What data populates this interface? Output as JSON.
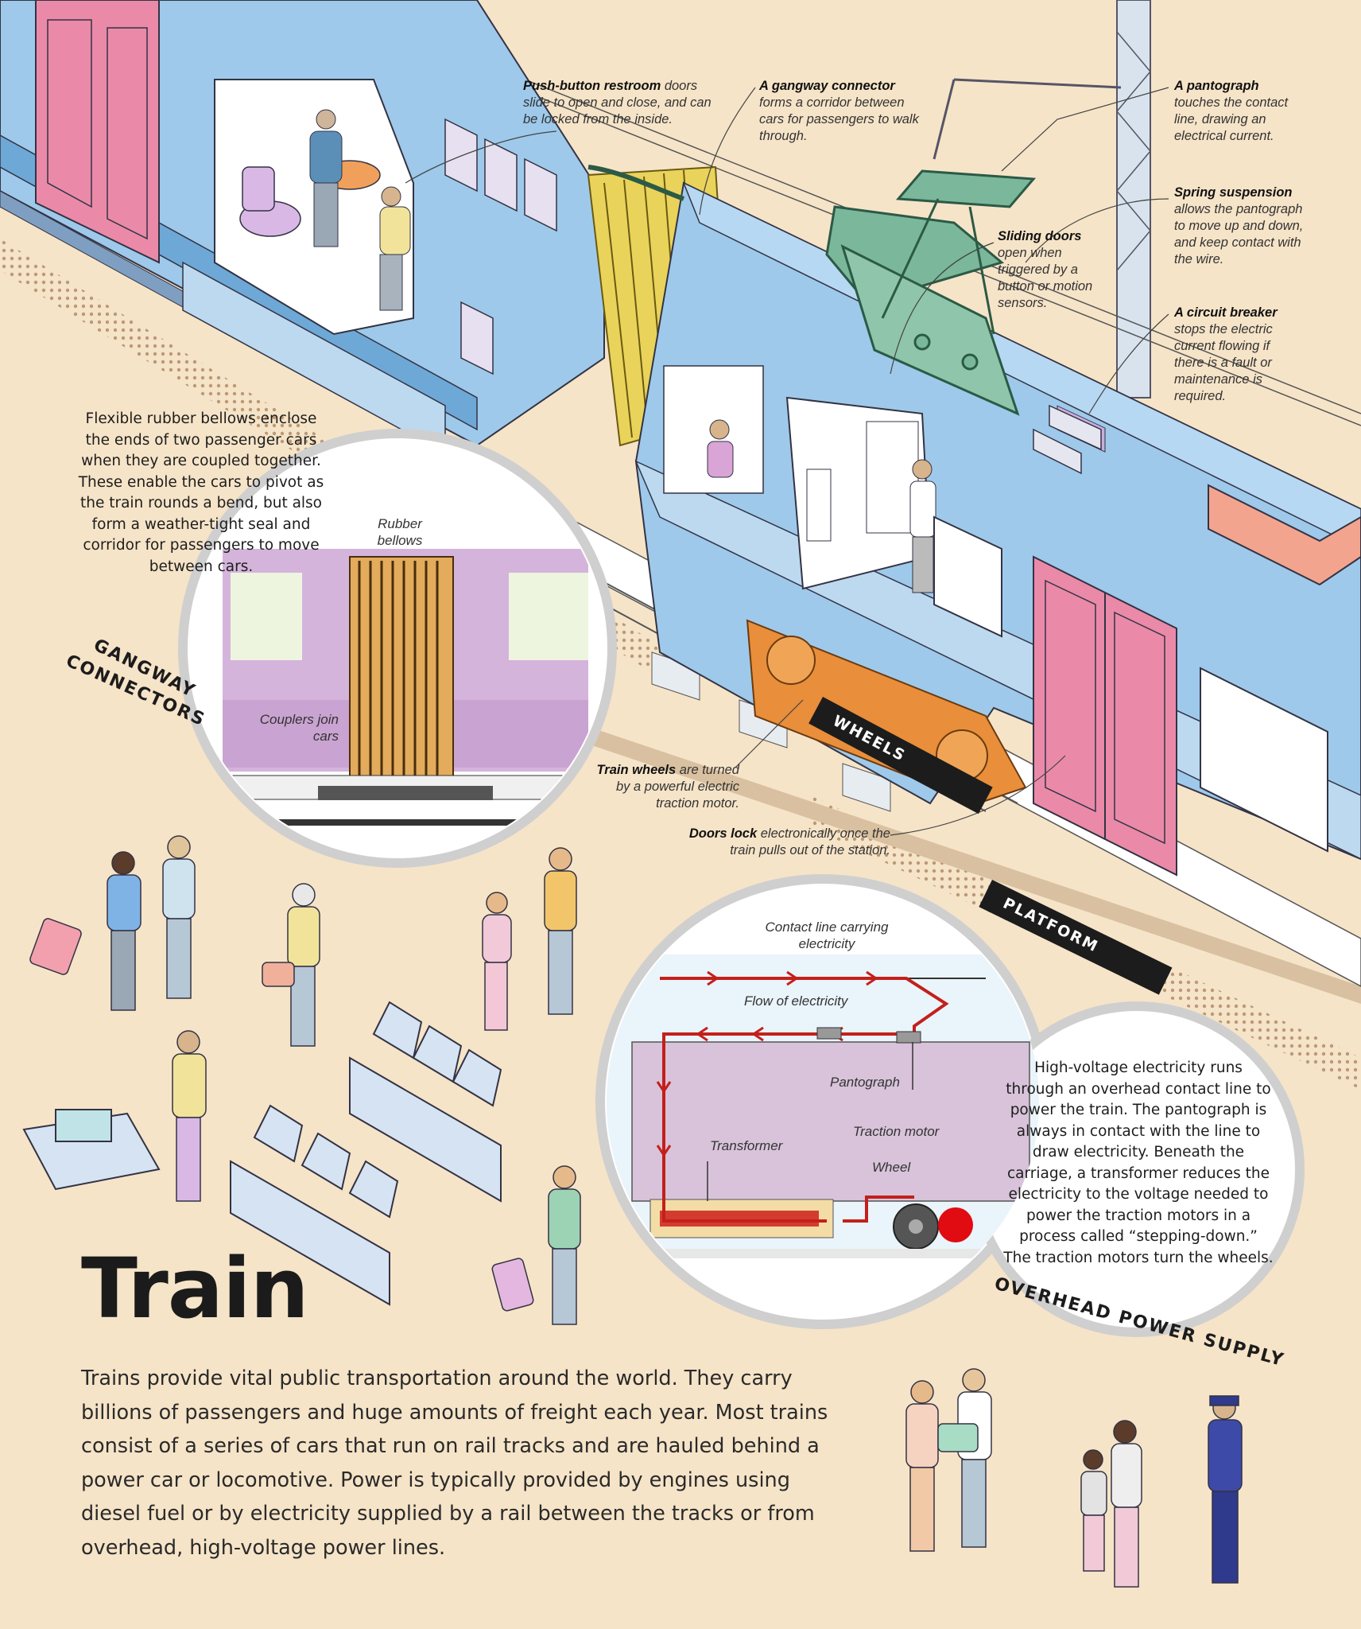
{
  "title": "Train",
  "intro": "Trains provide vital public transportation around the world. They carry billions of passengers and huge amounts of freight each year. Most trains consist of a series of cars that run on rail tracks and are hauled behind a power car or locomotive. Power is typically provided by engines using diesel fuel or by electricity supplied by a rail between the tracks or from overhead, high-voltage power lines.",
  "callouts": {
    "restroom": {
      "bold": "Push-button restroom",
      "text": " doors slide to open and close, and can be locked from the inside."
    },
    "gangway": {
      "bold": "A gangway connector",
      "text": " forms a corridor between cars for passengers to walk through."
    },
    "pantograph": {
      "bold": "A pantograph",
      "text": " touches the contact line, drawing an electrical current."
    },
    "spring": {
      "bold": "Spring suspension",
      "text": " allows the pantograph to move up and down, and keep contact with the wire."
    },
    "sliding": {
      "bold": "Sliding doors",
      "text": " open when triggered by a button or motion sensors."
    },
    "breaker": {
      "bold": "A circuit breaker",
      "text": " stops the electric current flowing if there is a fault or maintenance is required."
    },
    "wheels": {
      "bold": "Train wheels",
      "text": " are turned by a powerful electric traction motor."
    },
    "doorslock": {
      "bold": "Doors lock",
      "text": " electronically once the train pulls out of the station."
    }
  },
  "gangway_inset": {
    "text": "Flexible rubber bellows enclose the ends of two passenger cars when they are coupled together. These enable the cars to pivot as the train rounds a bend, but also form a weather-tight seal and corridor for passengers to move between cars.",
    "label_bellows": "Rubber bellows",
    "label_couplers": "Couplers join cars",
    "heading_line1": "GANGWAY",
    "heading_line2": "CONNECTORS"
  },
  "power_inset": {
    "text": "High-voltage electricity runs through an overhead contact line to power the train. The pantograph is always in contact with the line to draw electricity. Beneath the carriage, a transformer reduces the electricity to the voltage needed to power the traction motors in a process called “stepping-down.” The traction motors turn the wheels.",
    "label_contact": "Contact line carrying electricity",
    "label_flow": "Flow of electricity",
    "label_pantograph": "Pantograph",
    "label_transformer": "Transformer",
    "label_motor": "Traction motor",
    "label_wheel": "Wheel",
    "heading": "OVERHEAD POWER SUPPLY"
  },
  "tags": {
    "wheels": "WHEELS",
    "platform": "PLATFORM"
  },
  "colors": {
    "background": "#f6e4c8",
    "train_blue": "#9ec9ea",
    "door_pink": "#ea8aa8",
    "pantograph_green": "#7bb79a",
    "bellows_yellow": "#e9d35a",
    "flow_red": "#c3201b",
    "carriage_lilac": "#d8c3da",
    "platform_dots": "#b58a66"
  }
}
